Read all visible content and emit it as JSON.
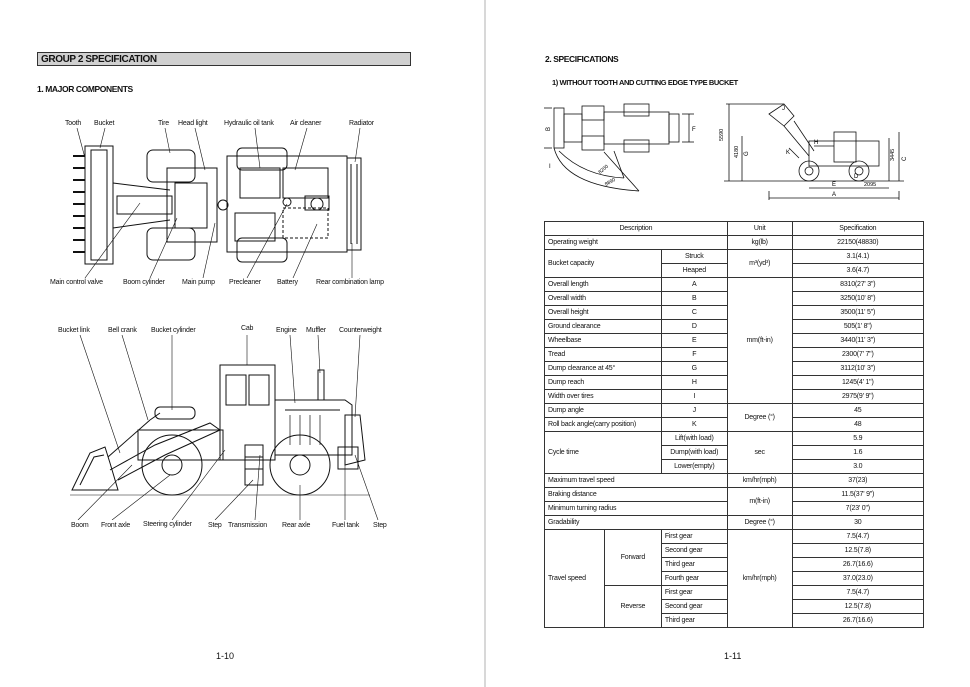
{
  "left_page": {
    "group_title": "GROUP 2 SPECIFICATION",
    "section_title": "1. MAJOR COMPONENTS",
    "top_view_labels": {
      "tooth": "Tooth",
      "bucket": "Bucket",
      "tire": "Tire",
      "head_light": "Head light",
      "hydraulic_oil_tank": "Hydraulic oil tank",
      "air_cleaner": "Air cleaner",
      "radiator": "Radiator",
      "main_control_valve": "Main control valve",
      "boom_cylinder": "Boom cylinder",
      "main_pump": "Main pump",
      "precleaner": "Precleaner",
      "battery": "Battery",
      "rear_combination_lamp": "Rear combination lamp"
    },
    "side_view_labels": {
      "bucket_link": "Bucket link",
      "bell_crank": "Bell crank",
      "bucket_cylinder": "Bucket cylinder",
      "cab": "Cab",
      "engine": "Engine",
      "muffler": "Muffler",
      "counterweight": "Counterweight",
      "boom": "Boom",
      "front_axle": "Front axle",
      "steering_cylinder": "Steering cylinder",
      "step1": "Step",
      "transmission": "Transmission",
      "rear_axle": "Rear axle",
      "fuel_tank": "Fuel tank",
      "step2": "Step"
    },
    "page_number": "1-10"
  },
  "right_page": {
    "section_title": "2. SPECIFICATIONS",
    "subsection_title": "1) WITHOUT TOOTH AND CUTTING EDGE TYPE BUCKET",
    "dimension_labels": {
      "h1": "5590",
      "h2": "4180",
      "h3": "3445",
      "w1": "2095",
      "d1": "8200",
      "d2": "8890",
      "A": "A",
      "B": "B",
      "C": "C",
      "D": "D",
      "E": "E",
      "F": "F",
      "G": "G",
      "H": "H",
      "I": "I",
      "J": "J",
      "K": "K"
    },
    "table": {
      "headers": [
        "Description",
        "Unit",
        "Specification"
      ],
      "operating_weight": {
        "desc": "Operating weight",
        "unit": "kg(lb)",
        "value": "22150(48830)"
      },
      "bucket_capacity": {
        "desc": "Bucket capacity",
        "unit": "m³(yd³)",
        "rows": [
          {
            "sub": "Struck",
            "value": "3.1(4.1)"
          },
          {
            "sub": "Heaped",
            "value": "3.6(4.7)"
          }
        ]
      },
      "dimensions_unit": "mm(ft-in)",
      "dimensions": [
        {
          "desc": "Overall length",
          "code": "A",
          "value": "8310(27' 3\")"
        },
        {
          "desc": "Overall width",
          "code": "B",
          "value": "3250(10' 8\")"
        },
        {
          "desc": "Overall height",
          "code": "C",
          "value": "3500(11' 5\")"
        },
        {
          "desc": "Ground clearance",
          "code": "D",
          "value": "505(1' 8\")"
        },
        {
          "desc": "Wheelbase",
          "code": "E",
          "value": "3440(11' 3\")"
        },
        {
          "desc": "Tread",
          "code": "F",
          "value": "2300(7' 7\")"
        },
        {
          "desc": "Dump clearance at 45°",
          "code": "G",
          "value": "3112(10' 3\")"
        },
        {
          "desc": "Dump reach",
          "code": "H",
          "value": "1245(4' 1\")"
        },
        {
          "desc": "Width over tires",
          "code": "I",
          "value": "2975(9' 9\")"
        }
      ],
      "angles_unit": "Degree (°)",
      "angles": [
        {
          "desc": "Dump angle",
          "code": "J",
          "value": "45"
        },
        {
          "desc": "Roll back angle(carry position)",
          "code": "K",
          "value": "48"
        }
      ],
      "cycle_time": {
        "desc": "Cycle time",
        "unit": "sec",
        "rows": [
          {
            "sub": "Lift(with load)",
            "value": "5.9"
          },
          {
            "sub": "Dump(with load)",
            "value": "1.6"
          },
          {
            "sub": "Lower(empty)",
            "value": "3.0"
          }
        ]
      },
      "max_speed": {
        "desc": "Maximum travel speed",
        "unit": "km/hr(mph)",
        "value": "37(23)"
      },
      "braking": {
        "desc": "Braking distance",
        "unit": "m(ft-in)",
        "value": "11.5(37' 9\")"
      },
      "turning": {
        "desc": "Minimum turning radius",
        "value": "7(23' 0\")"
      },
      "gradability": {
        "desc": "Gradability",
        "unit": "Degree (°)",
        "value": "30"
      },
      "travel_speed": {
        "desc": "Travel speed",
        "unit": "km/hr(mph)",
        "forward_label": "Forward",
        "forward": [
          {
            "gear": "First gear",
            "value": "7.5(4.7)"
          },
          {
            "gear": "Second gear",
            "value": "12.5(7.8)"
          },
          {
            "gear": "Third gear",
            "value": "26.7(16.6)"
          },
          {
            "gear": "Fourth gear",
            "value": "37.0(23.0)"
          }
        ],
        "reverse_label": "Reverse",
        "reverse": [
          {
            "gear": "First gear",
            "value": "7.5(4.7)"
          },
          {
            "gear": "Second gear",
            "value": "12.5(7.8)"
          },
          {
            "gear": "Third gear",
            "value": "26.7(16.6)"
          }
        ]
      }
    },
    "page_number": "1-11"
  }
}
